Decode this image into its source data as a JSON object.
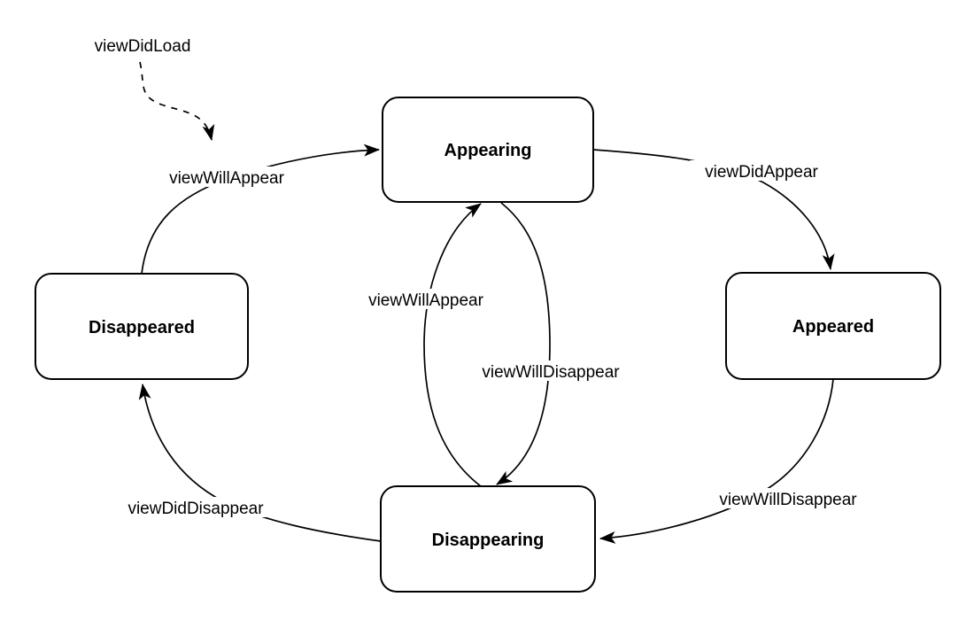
{
  "diagram": {
    "type": "state-machine",
    "colors": {
      "stroke": "#000000",
      "node_fill": "#ffffff",
      "background": "#ffffff"
    },
    "nodes": [
      {
        "id": "appearing",
        "label": "Appearing"
      },
      {
        "id": "appeared",
        "label": "Appeared"
      },
      {
        "id": "disappearing",
        "label": "Disappearing"
      },
      {
        "id": "disappeared",
        "label": "Disappeared"
      }
    ],
    "edges": [
      {
        "id": "view-did-load",
        "label": "viewDidLoad",
        "from": "start",
        "to": "viewWillAppear",
        "style": "dashed"
      },
      {
        "id": "view-will-appear-outer",
        "label": "viewWillAppear",
        "from": "Disappeared",
        "to": "Appearing",
        "style": "solid"
      },
      {
        "id": "view-did-appear",
        "label": "viewDidAppear",
        "from": "Appearing",
        "to": "Appeared",
        "style": "solid"
      },
      {
        "id": "view-will-disappear-outer",
        "label": "viewWillDisappear",
        "from": "Appeared",
        "to": "Disappearing",
        "style": "solid"
      },
      {
        "id": "view-did-disappear",
        "label": "viewDidDisappear",
        "from": "Disappearing",
        "to": "Disappeared",
        "style": "solid"
      },
      {
        "id": "view-will-appear-inner",
        "label": "viewWillAppear",
        "from": "Disappearing",
        "to": "Appearing",
        "style": "solid"
      },
      {
        "id": "view-will-disappear-inner",
        "label": "viewWillDisappear",
        "from": "Appearing",
        "to": "Disappearing",
        "style": "solid"
      }
    ]
  }
}
